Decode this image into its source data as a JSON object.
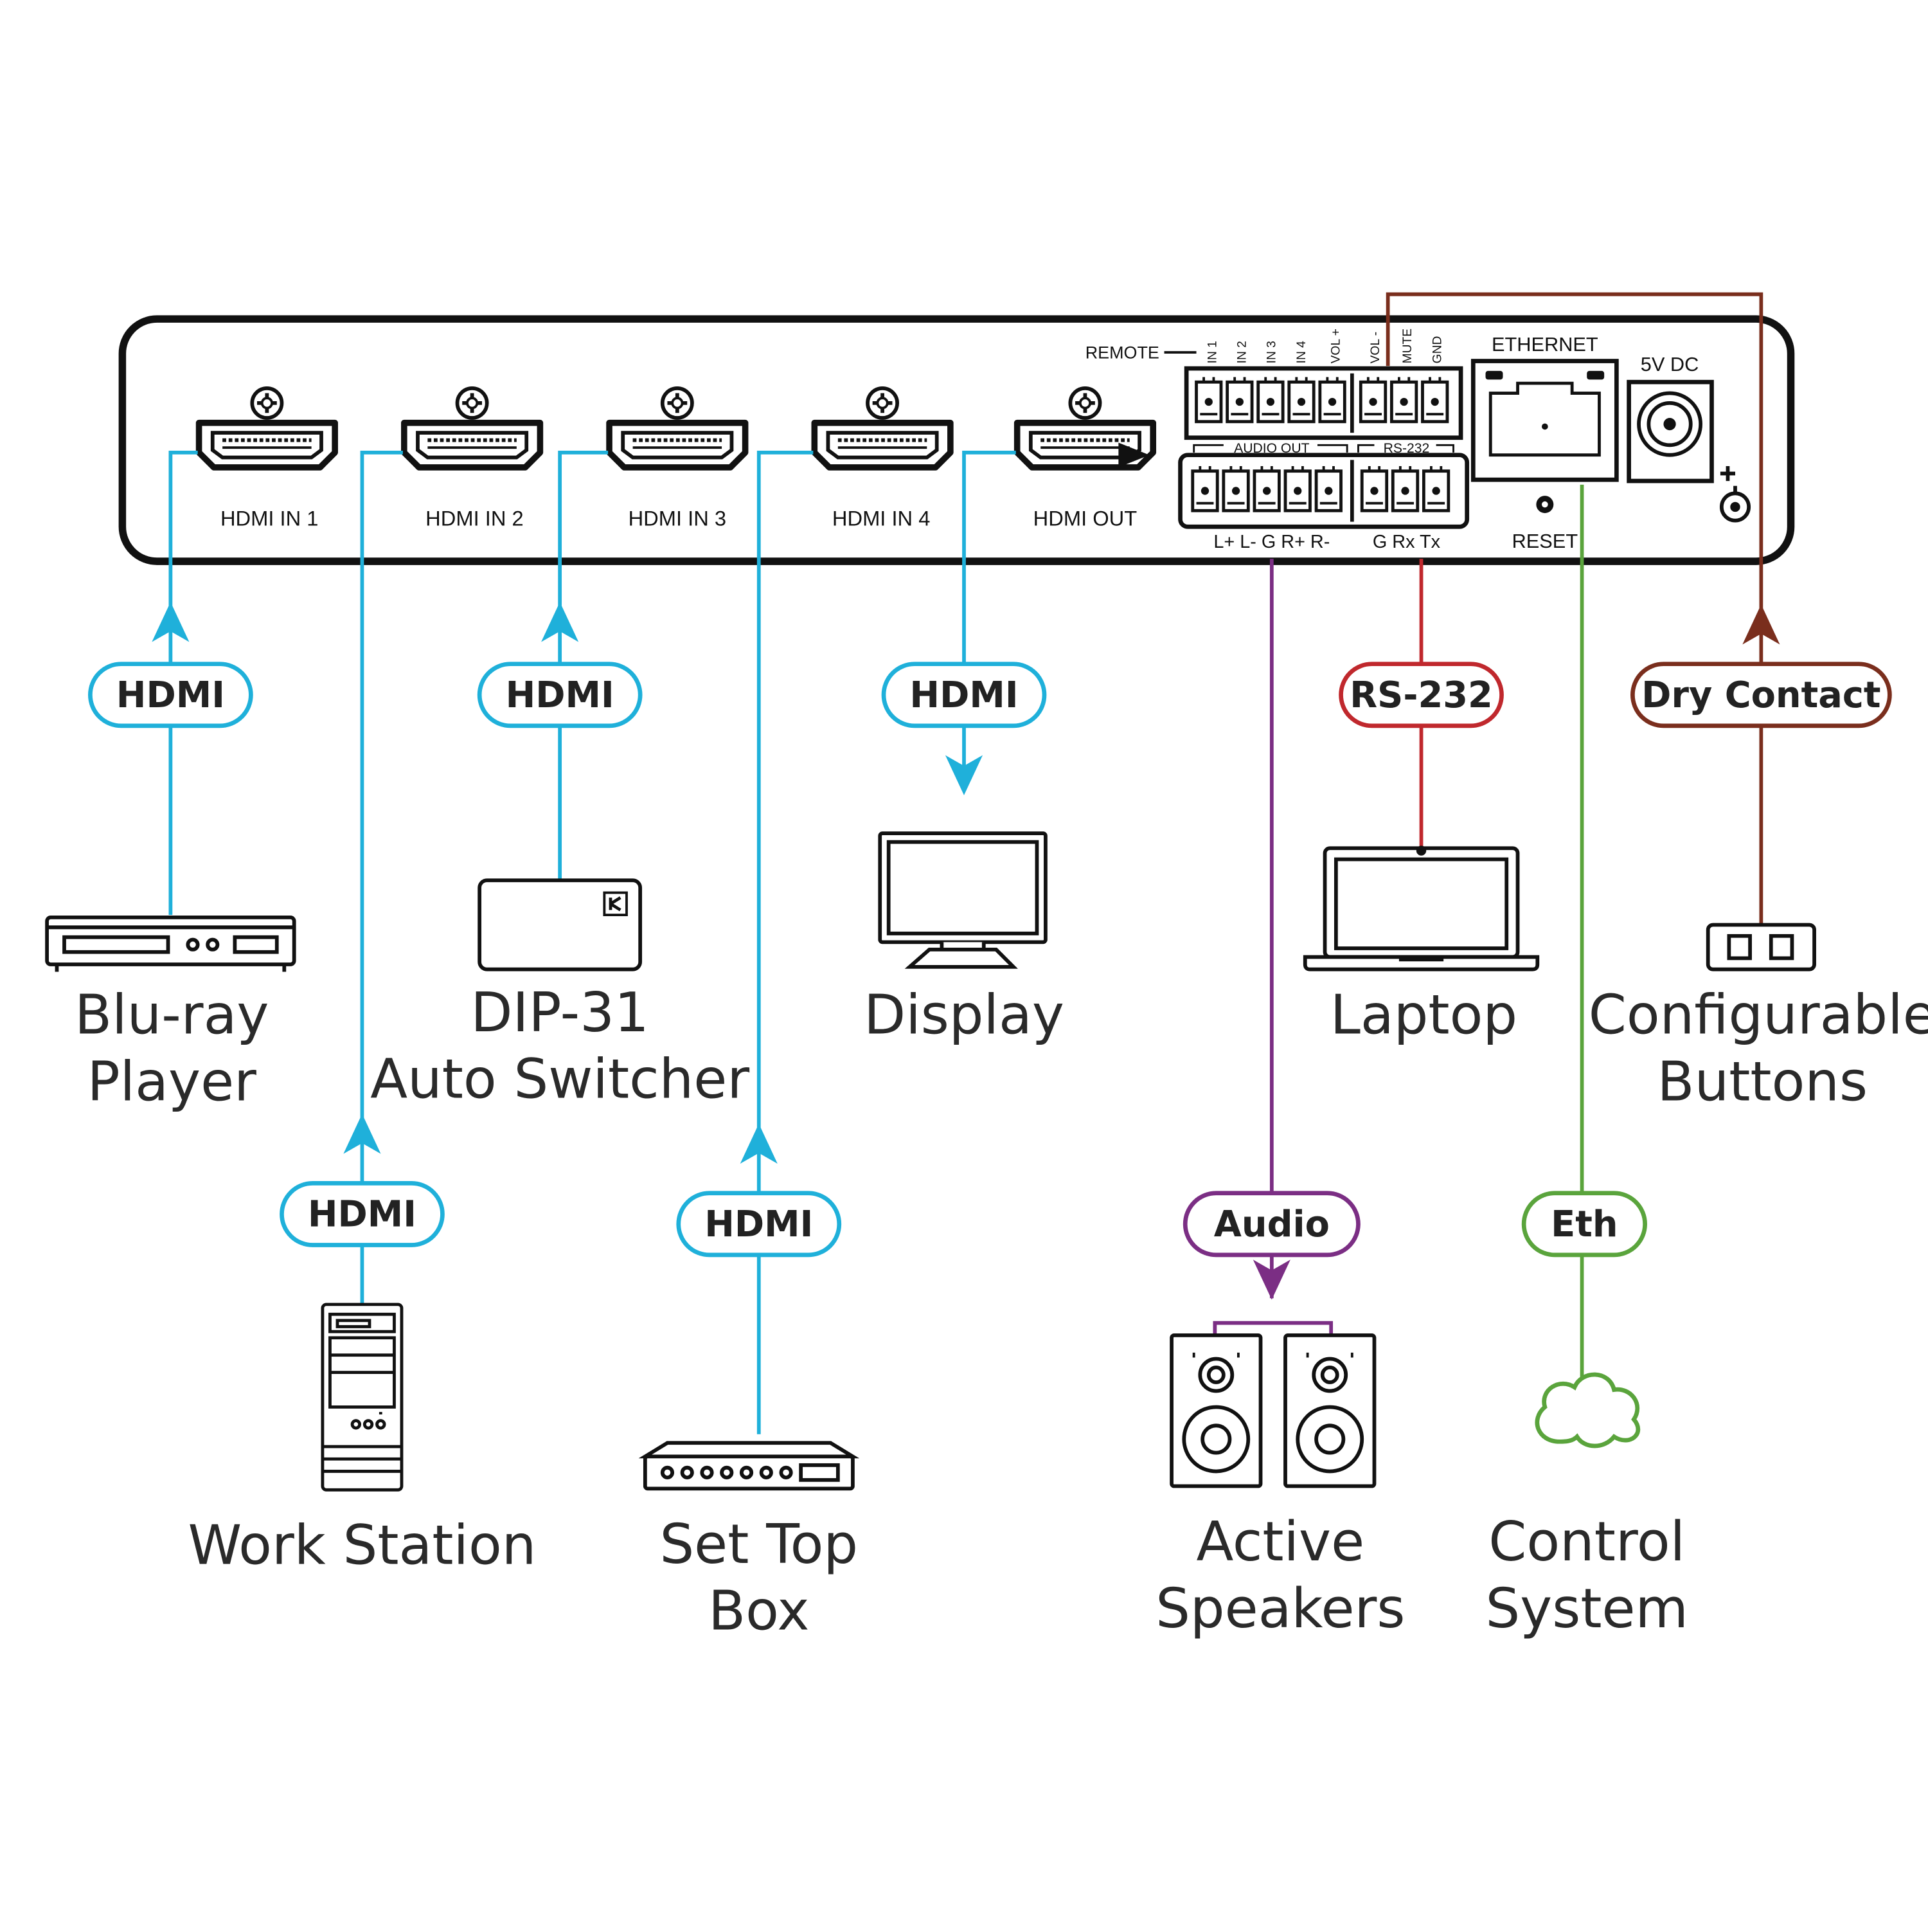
{
  "colors": {
    "hdmi": "#1fb0da",
    "rs232": "#c0282d",
    "dry_contact": "#7a2e1d",
    "audio": "#7b2e84",
    "ethernet": "#5aa43c",
    "outline": "#111111",
    "text": "#2a2a2a"
  },
  "panel": {
    "ports": {
      "hdmi_in_1": "HDMI  IN 1",
      "hdmi_in_2": "HDMI  IN 2",
      "hdmi_in_3": "HDMI  IN 3",
      "hdmi_in_4": "HDMI  IN 4",
      "hdmi_out": "HDMI  OUT"
    },
    "remote": "REMOTE",
    "remote_pins": [
      "IN 1",
      "IN 2",
      "IN 3",
      "IN 4",
      "VOL +",
      "VOL -",
      "MUTE",
      "GND"
    ],
    "audio_out": "AUDIO OUT",
    "rs232": "RS-232",
    "audio_pins": "L+  L-  G  R+  R-",
    "rs232_pins": "G  Rx  Tx",
    "ethernet": "ETHERNET",
    "power": "5V DC",
    "reset": "RESET"
  },
  "connections": {
    "bluray": "HDMI",
    "workstation": "HDMI",
    "dip31": "HDMI",
    "settop": "HDMI",
    "display": "HDMI",
    "laptop": "RS-232",
    "buttons": "Dry Contact",
    "speakers": "Audio",
    "control": "Eth"
  },
  "devices": {
    "bluray": [
      "Blu-ray",
      "Player"
    ],
    "workstation": [
      "Work Station"
    ],
    "dip31": [
      "DIP-31",
      "Auto Switcher"
    ],
    "settop": [
      "Set Top",
      "Box"
    ],
    "display": [
      "Display"
    ],
    "laptop": [
      "Laptop"
    ],
    "buttons": [
      "Configurable",
      "Buttons"
    ],
    "speakers": [
      "Active",
      "Speakers"
    ],
    "control": [
      "Control",
      "System"
    ]
  }
}
